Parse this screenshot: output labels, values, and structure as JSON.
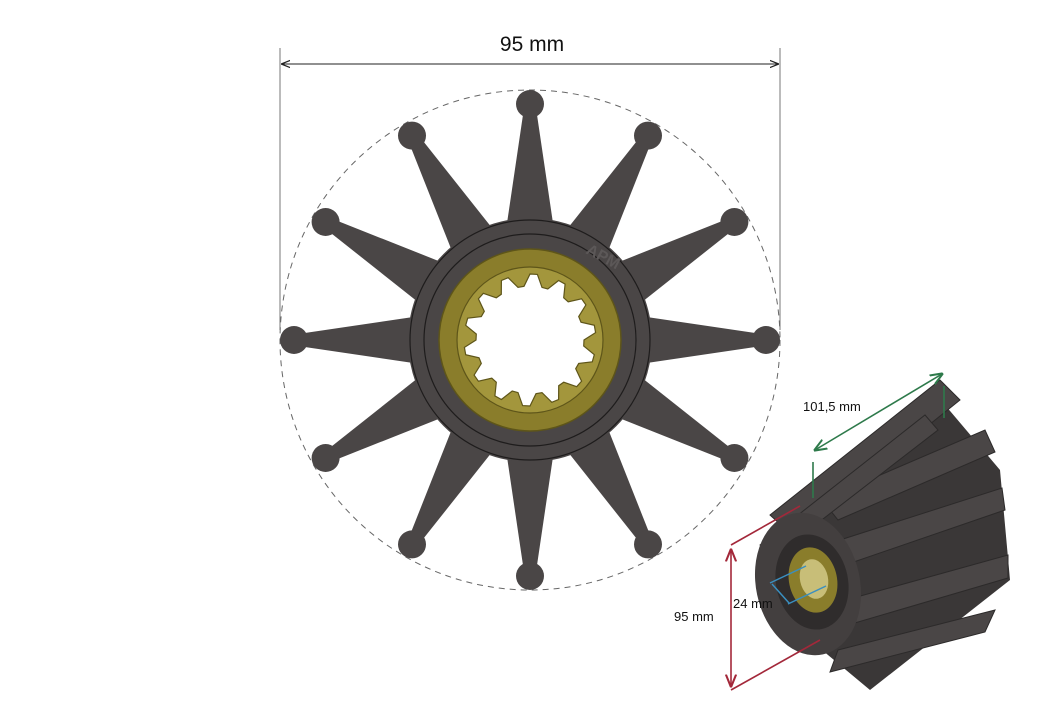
{
  "front_view": {
    "width_label": "95 mm",
    "blade_count": 12,
    "spline_teeth": 14,
    "watermark": "APM"
  },
  "perspective_view": {
    "length_label": "101,5 mm",
    "diameter_label": "95 mm",
    "bore_label": "24 mm"
  },
  "colors": {
    "rubber": "#4a4646",
    "rubber_dark": "#2c2a2a",
    "brass": "#8a7d2b",
    "brass_light": "#a3963c",
    "dimension_line": "#222222",
    "length_dimension": "#2e7a4b",
    "diameter_dimension": "#a3283a",
    "bore_dimension": "#3a8fc0"
  }
}
